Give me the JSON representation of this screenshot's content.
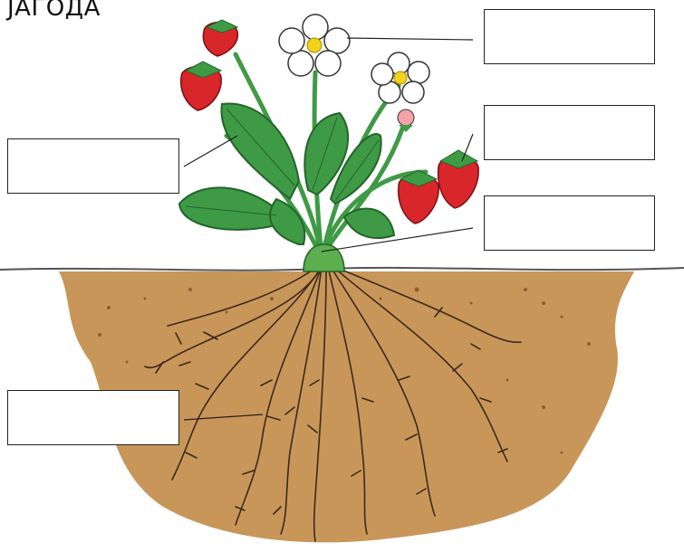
{
  "title": "ЈАГОДА",
  "colors": {
    "soil": "#c9965a",
    "leaf": "#3f9a45",
    "leaf_dark": "#24642b",
    "berry": "#d9262b",
    "flower_center": "#f2d21a",
    "root": "#3a2a1c"
  },
  "label_boxes": [
    {
      "name": "flower",
      "text": ""
    },
    {
      "name": "fruit",
      "text": ""
    },
    {
      "name": "leaf",
      "text": ""
    },
    {
      "name": "stem",
      "text": ""
    },
    {
      "name": "root",
      "text": ""
    }
  ]
}
